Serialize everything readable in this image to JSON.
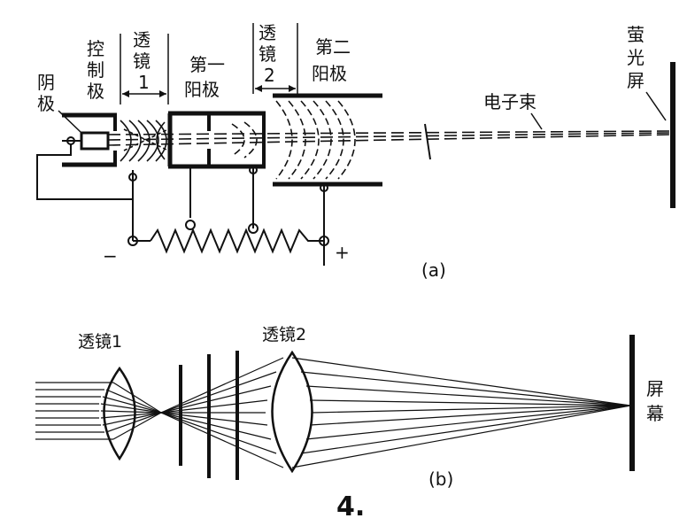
{
  "diagram_a": {
    "labels": {
      "cathode": [
        "阴",
        "极"
      ],
      "control_grid": [
        "控",
        "制",
        "极"
      ],
      "lens1": [
        "透",
        "镜",
        "1"
      ],
      "first_anode": [
        "第一",
        "阳极"
      ],
      "lens2": [
        "透",
        "镜",
        "2"
      ],
      "second_anode": [
        "第二",
        "阳极"
      ],
      "electron_beam": "电子束",
      "screen": [
        "萤",
        "光",
        "屏"
      ],
      "minus": "−",
      "plus": "+"
    },
    "caption": "(a)"
  },
  "diagram_b": {
    "labels": {
      "lens1": "透镜1",
      "lens2": "透镜2",
      "screen": [
        "屏",
        "幕"
      ]
    },
    "caption": "(b)"
  },
  "figure_number": "4."
}
